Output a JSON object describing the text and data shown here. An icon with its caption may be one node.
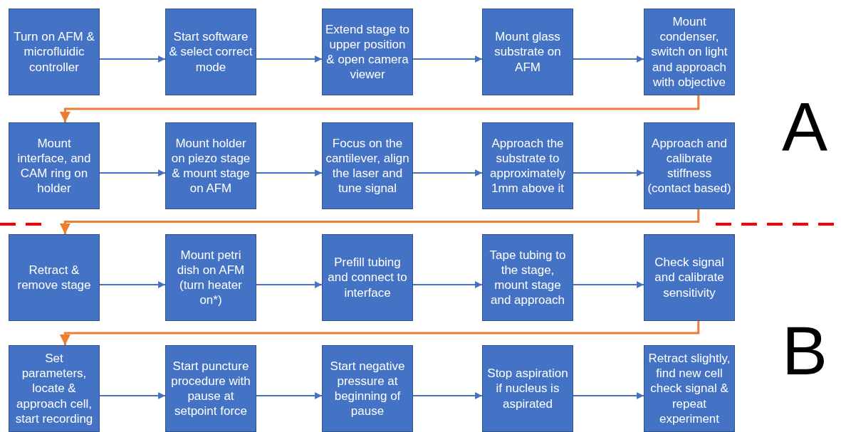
{
  "diagram": {
    "nodes": [
      {
        "text": [
          "Turn on AFM & microfluidic controller"
        ]
      },
      {
        "text": [
          "Start software & select correct mode"
        ]
      },
      {
        "text": [
          "Extend stage to upper position & open camera viewer"
        ]
      },
      {
        "text": [
          "Mount glass substrate on AFM"
        ]
      },
      {
        "text": [
          "Mount condenser, switch on light and approach with objective"
        ]
      },
      {
        "text": [
          "Mount interface, and CAM ring on holder"
        ]
      },
      {
        "text": [
          "Mount holder on piezo stage & mount stage on AFM"
        ]
      },
      {
        "text": [
          "Focus on the cantilever, align the laser and tune signal"
        ]
      },
      {
        "text": [
          "Approach the substrate to approximately 1mm above it"
        ]
      },
      {
        "text": [
          "Approach and calibrate stiffness (contact based)"
        ]
      },
      {
        "text": [
          "Retract & remove stage"
        ]
      },
      {
        "text": [
          "Mount petri dish on AFM (turn heater on*)"
        ]
      },
      {
        "text": [
          "Prefill tubing and connect to interface"
        ]
      },
      {
        "text": [
          "Tape tubing to the stage, mount stage and approach"
        ]
      },
      {
        "text": [
          "Check signal and calibrate sensitivity"
        ]
      },
      {
        "text": [
          "Set parameters, locate & approach cell, start recording"
        ]
      },
      {
        "text": [
          "Start puncture procedure with pause at setpoint force"
        ]
      },
      {
        "text": [
          "Start negative pressure at beginning of pause"
        ]
      },
      {
        "text": [
          "Stop aspiration if nucleus is aspirated"
        ]
      },
      {
        "text": [
          "Retract slightly, find new cell check signal & repeat experiment"
        ]
      }
    ],
    "edges": [
      {
        "from": 0,
        "to": 1,
        "arrow": "to"
      },
      {
        "from": 1,
        "to": 2,
        "arrow": "to"
      },
      {
        "from": 2,
        "to": 3,
        "arrow": "to"
      },
      {
        "from": 3,
        "to": 4,
        "arrow": "to"
      },
      {
        "from": 4,
        "to": 5,
        "arrow": "to",
        "color": "#ed7d31"
      },
      {
        "from": 5,
        "to": 6,
        "arrow": "to"
      },
      {
        "from": 6,
        "to": 7,
        "arrow": "to"
      },
      {
        "from": 7,
        "to": 8,
        "arrow": "to"
      },
      {
        "from": 8,
        "to": 9,
        "arrow": "to"
      },
      {
        "from": 9,
        "to": 10,
        "arrow": "to",
        "color": "#ed7d31"
      },
      {
        "from": 10,
        "to": 11,
        "arrow": "to"
      },
      {
        "from": 11,
        "to": 12,
        "arrow": "to"
      },
      {
        "from": 12,
        "to": 13,
        "arrow": "to"
      },
      {
        "from": 13,
        "to": 14,
        "arrow": "to"
      },
      {
        "from": 14,
        "to": 15,
        "arrow": "to",
        "color": "#ed7d31"
      },
      {
        "from": 15,
        "to": 16,
        "arrow": "to"
      },
      {
        "from": 16,
        "to": 17,
        "arrow": "to"
      },
      {
        "from": 17,
        "to": 18,
        "arrow": "to"
      },
      {
        "from": 18,
        "to": 19,
        "arrow": "to"
      }
    ],
    "labels": [
      "A",
      "B"
    ]
  }
}
